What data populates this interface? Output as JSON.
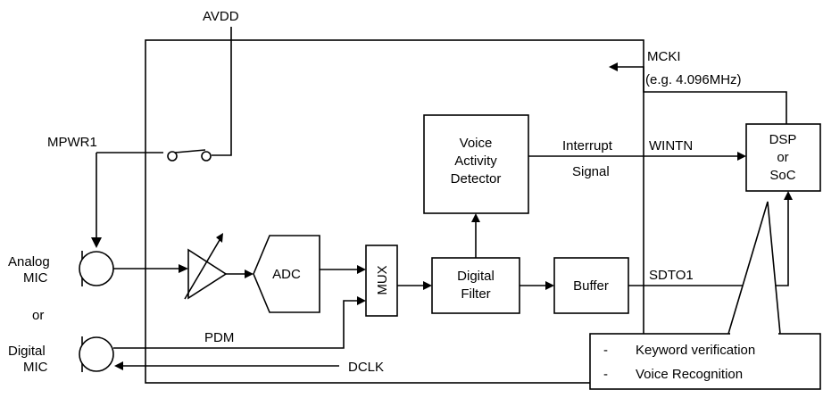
{
  "supply": {
    "label": "AVDD"
  },
  "mic_power": {
    "label": "MPWR1"
  },
  "clock_in": {
    "label": "MCKI",
    "note": "(e.g. 4.096MHz)"
  },
  "interrupt": {
    "line1": "Interrupt",
    "line2": "Signal",
    "pin": "WINTN"
  },
  "host": {
    "line1": "DSP",
    "line2": "or",
    "line3": "SoC"
  },
  "vad": {
    "line1": "Voice",
    "line2": "Activity",
    "line3": "Detector"
  },
  "analog_mic": {
    "line1": "Analog",
    "line2": "MIC"
  },
  "or_label": "or",
  "digital_mic": {
    "line1": "Digital",
    "line2": "MIC"
  },
  "adc": {
    "label": "ADC"
  },
  "mux": {
    "label": "MUX"
  },
  "digital_filter": {
    "line1": "Digital",
    "line2": "Filter"
  },
  "buffer": {
    "label": "Buffer"
  },
  "serial_out": {
    "label": "SDTO1"
  },
  "pdm": {
    "label": "PDM"
  },
  "dclk": {
    "label": "DCLK"
  },
  "host_functions": {
    "items": [
      "Keyword verification",
      "Voice Recognition"
    ],
    "bullet": "-"
  },
  "colors": {
    "stroke": "#000000",
    "background": "#ffffff"
  }
}
